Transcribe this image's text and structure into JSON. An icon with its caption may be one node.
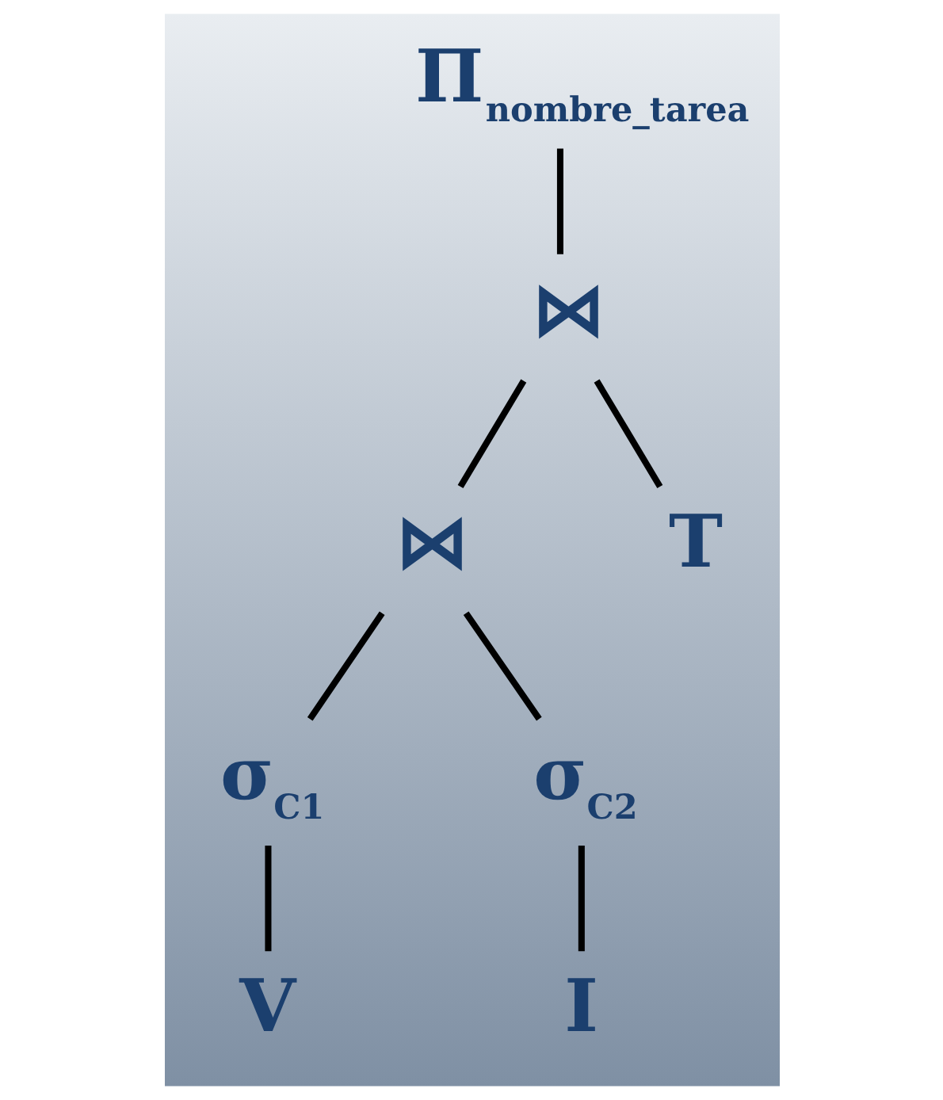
{
  "diagram": {
    "nodes": [
      {
        "text": [
          "Π$_{nombre_tarea}$"
        ]
      },
      {
        "text": [
          "⋈"
        ]
      },
      {
        "text": [
          "⋈"
        ]
      },
      {
        "text": [
          "T"
        ]
      },
      {
        "text": [
          "σ$_{C1}$"
        ]
      },
      {
        "text": [
          "σ$_{C2}$"
        ]
      },
      {
        "text": [
          "V"
        ]
      },
      {
        "text": [
          "I"
        ]
      }
    ],
    "edges": [
      {
        "from": 0,
        "to": 1,
        "arrow": "none"
      },
      {
        "from": 1,
        "to": 2,
        "arrow": "none"
      },
      {
        "from": 1,
        "to": 3,
        "arrow": "none"
      },
      {
        "from": 2,
        "to": 4,
        "arrow": "none"
      },
      {
        "from": 2,
        "to": 5,
        "arrow": "none"
      },
      {
        "from": 4,
        "to": 6,
        "arrow": "none"
      },
      {
        "from": 5,
        "to": 7,
        "arrow": "none"
      }
    ]
  }
}
